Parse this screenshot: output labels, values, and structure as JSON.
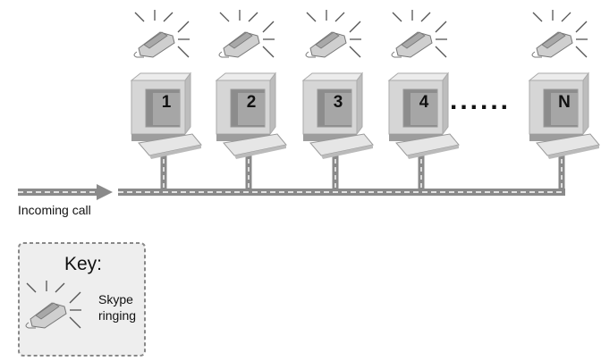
{
  "computers": [
    {
      "label": "1"
    },
    {
      "label": "2"
    },
    {
      "label": "3"
    },
    {
      "label": "4"
    },
    {
      "label": "N"
    }
  ],
  "ellipsis": "......",
  "incoming_label": "Incoming call",
  "key": {
    "title": "Key:",
    "phone_label_line1": "Skype",
    "phone_label_line2": "ringing"
  },
  "colors": {
    "cable": "#8a8a8a",
    "monitor": "#d9d9d9",
    "screen": "#8c8c8c",
    "key_bg": "#eeeeee"
  }
}
